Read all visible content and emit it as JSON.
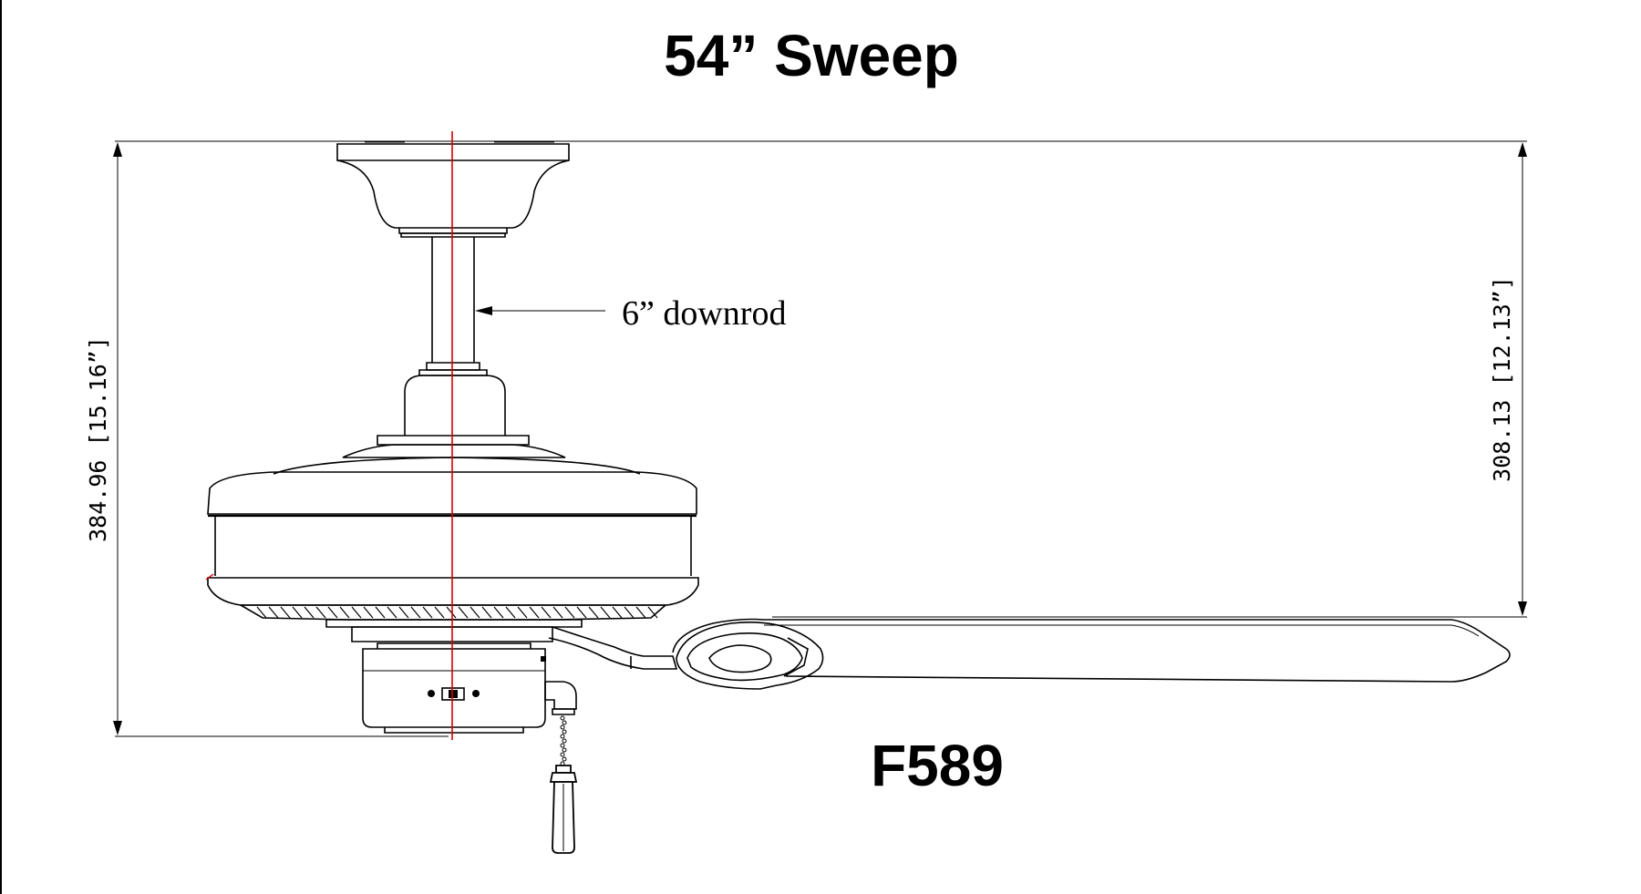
{
  "title": "54” Sweep",
  "model": "F589",
  "callout": {
    "downrod_label": "6” downrod"
  },
  "dimensions": {
    "overall_height_label": "384.96 [15.16”]",
    "blade_clearance_label": "308.13 [12.13”]"
  },
  "colors": {
    "line": "#000000",
    "centerline": "#d40000",
    "background": "#ffffff"
  },
  "icons": {
    "pull_chain": "pull-chain-icon",
    "switch": "reverse-switch-icon"
  }
}
